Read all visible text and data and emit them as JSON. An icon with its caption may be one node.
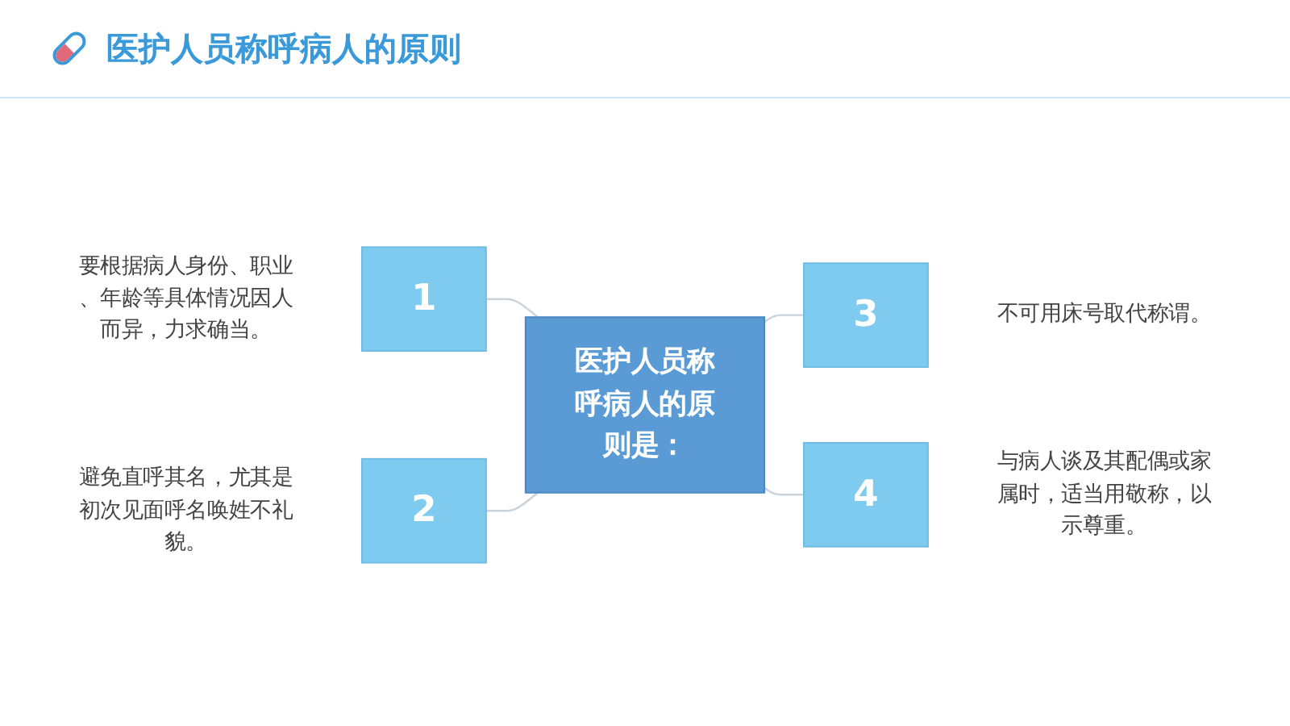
{
  "diagram": {
    "title": "医护人员称呼病人的原则",
    "nodes": [
      {
        "text": [
          "医护人员称呼病人的原则是："
        ]
      },
      {
        "text": [
          "1"
        ],
        "beside": [
          "要根据病人身份、职业、年龄等具体情况因人而异，力求确当。"
        ]
      },
      {
        "text": [
          "2"
        ],
        "beside": [
          "避免直呼其名，尤其是初次见面呼名唤姓不礼貌。"
        ]
      },
      {
        "text": [
          "3"
        ],
        "beside": [
          "不可用床号取代称谓。"
        ]
      },
      {
        "text": [
          "4"
        ],
        "beside": [
          "与病人谈及其配偶或家属时，适当用敬称，以示尊重。"
        ]
      }
    ],
    "edges": [
      {
        "from": 1,
        "to": 0,
        "arrow": "none"
      },
      {
        "from": 2,
        "to": 0,
        "arrow": "none"
      },
      {
        "from": 0,
        "to": 3,
        "arrow": "none"
      },
      {
        "from": 0,
        "to": 4,
        "arrow": "none"
      }
    ]
  }
}
